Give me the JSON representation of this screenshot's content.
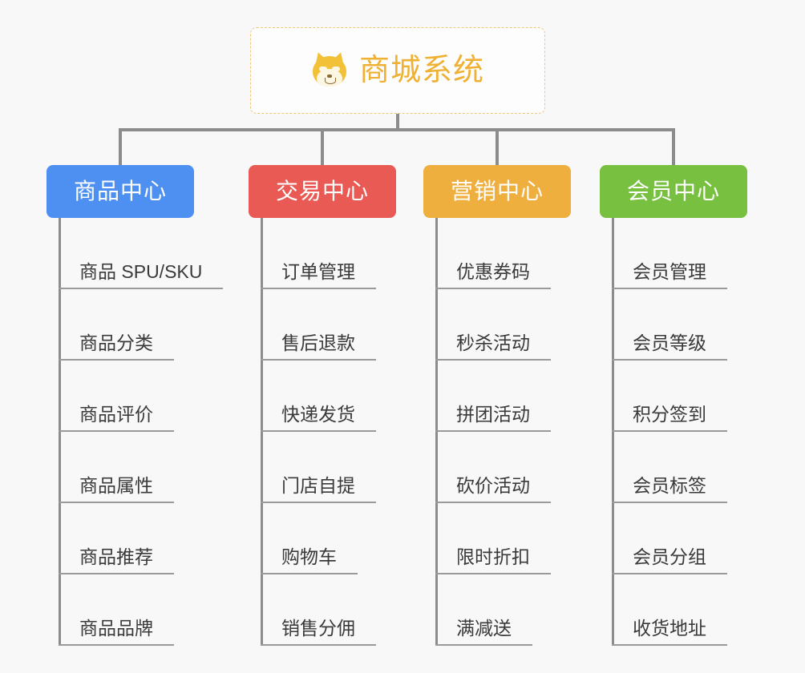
{
  "root": {
    "title": "商城系统",
    "icon": "shiba-dog-face-icon",
    "border_color": "#eec77a",
    "text_color": "#efb134"
  },
  "canvas": {
    "background": "#f8f8f8",
    "connector_color": "#8c8c8c"
  },
  "categories": [
    {
      "label": "商品中心",
      "color": "#4d90f2",
      "items": [
        "商品 SPU/SKU",
        "商品分类",
        "商品评价",
        "商品属性",
        "商品推荐",
        "商品品牌"
      ]
    },
    {
      "label": "交易中心",
      "color": "#e85a53",
      "items": [
        "订单管理",
        "售后退款",
        "快递发货",
        "门店自提",
        "购物车",
        "销售分佣"
      ]
    },
    {
      "label": "营销中心",
      "color": "#eeaf3f",
      "items": [
        "优惠券码",
        "秒杀活动",
        "拼团活动",
        "砍价活动",
        "限时折扣",
        "满减送"
      ]
    },
    {
      "label": "会员中心",
      "color": "#78c040",
      "items": [
        "会员管理",
        "会员等级",
        "积分签到",
        "会员标签",
        "会员分组",
        "收货地址"
      ]
    }
  ]
}
